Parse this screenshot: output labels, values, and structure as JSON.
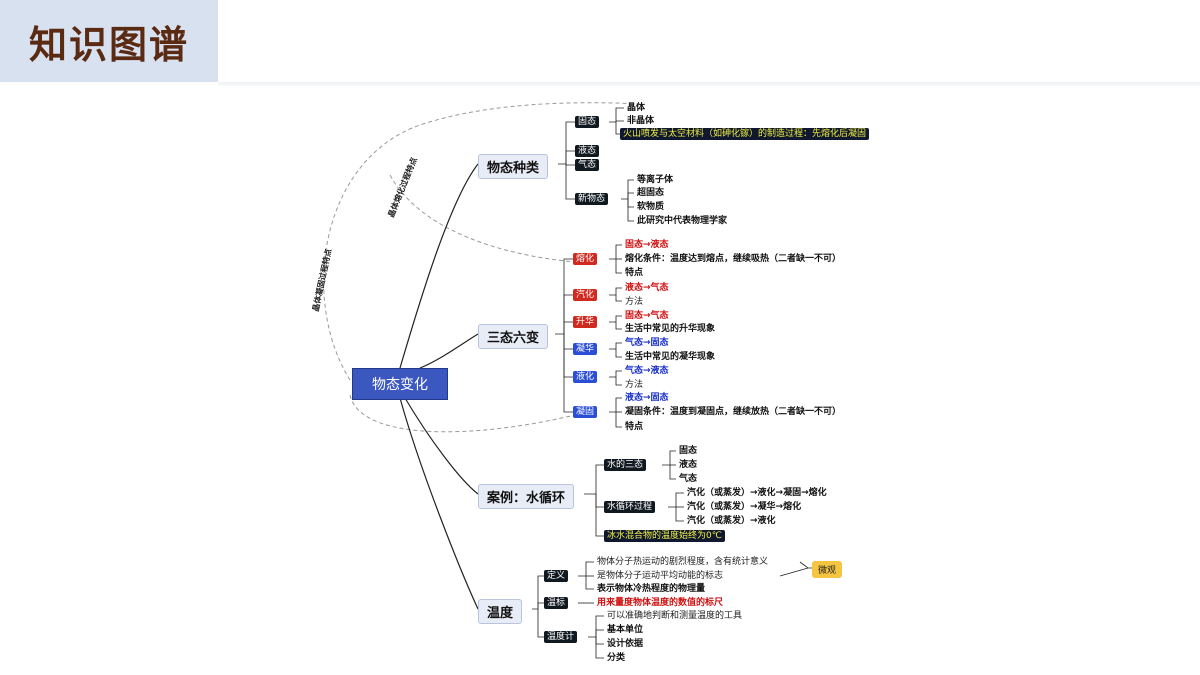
{
  "header": {
    "title": "知识图谱"
  },
  "diagram": {
    "root": "物态变化",
    "branch1": {
      "label": "物态种类",
      "gutai": "固态",
      "jingti": "晶体",
      "feijingti": "非晶体",
      "note": "火山喷发与太空材料（如砷化镓）的制造过程：先熔化后凝固",
      "yetai": "液态",
      "qitai": "气态",
      "xinwutai": "新物态",
      "items": [
        "等离子体",
        "超固态",
        "软物质",
        "此研究中代表物理学家"
      ]
    },
    "branch2": {
      "label": "三态六变",
      "ronghua": {
        "tag": "熔化",
        "lines": [
          "固态→液态",
          "熔化条件：温度达到熔点，继续吸热（二者缺一不可）",
          "特点"
        ]
      },
      "qihua": {
        "tag": "汽化",
        "lines": [
          "液态→气态",
          "方法"
        ]
      },
      "shenghua": {
        "tag": "升华",
        "lines": [
          "固态→气态",
          "生活中常见的升华现象"
        ]
      },
      "ninghua": {
        "tag": "凝华",
        "lines": [
          "气态→固态",
          "生活中常见的凝华现象"
        ]
      },
      "yehua": {
        "tag": "液化",
        "lines": [
          "气态→液态",
          "方法"
        ]
      },
      "ninggu": {
        "tag": "凝固",
        "lines": [
          "液态→固态",
          "凝固条件：温度到凝固点，继续放热（二者缺一不可）",
          "特点"
        ]
      }
    },
    "branch3": {
      "label": "案例：水循环",
      "sanTai": "水的三态",
      "states": [
        "固态",
        "液态",
        "气态"
      ],
      "guocheng": "水循环过程",
      "processes": [
        "汽化（或蒸发）→液化→凝固→熔化",
        "汽化（或蒸发）→凝华→熔化",
        "汽化（或蒸发）→液化"
      ],
      "note": "冰水混合物的温度始终为0℃"
    },
    "branch4": {
      "label": "温度",
      "dingyi": "定义",
      "defs": [
        "物体分子热运动的剧烈程度，含有统计意义",
        "是物体分子运动平均动能的标志",
        "表示物体冷热程度的物理量"
      ],
      "weiguan": "微观",
      "wenbiao": "温标",
      "wenbiaoDesc": "用来量度物体温度的数值的标尺",
      "wenduji": "温度计",
      "toolDesc": "可以准确地判断和测量温度的工具",
      "toolItems": [
        "基本单位",
        "设计依据",
        "分类"
      ]
    },
    "arcs": {
      "upper": "晶体熔化过程特点",
      "lower": "晶体凝固过程特点"
    }
  },
  "colors": {
    "root": "#3b57c0",
    "red": "#d02a20",
    "blue": "#2a4ed6",
    "dark": "#101820",
    "title": "#5a2a12",
    "accent": "#f5c542"
  }
}
